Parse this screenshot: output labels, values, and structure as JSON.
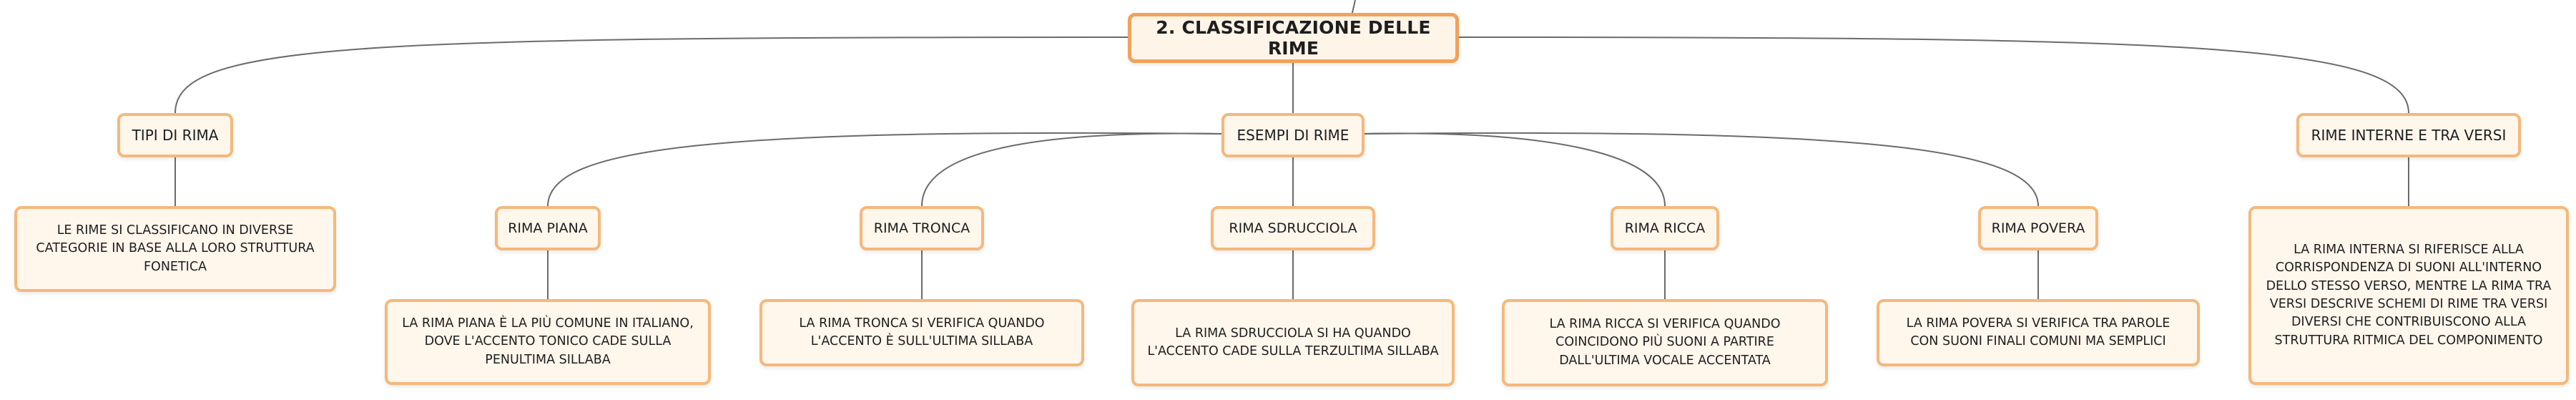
{
  "root": {
    "label": "2. CLASSIFICAZIONE DELLE RIME"
  },
  "categories": {
    "tipi_di_rima": {
      "label": "TIPI DI RIMA",
      "description": "LE RIME SI CLASSIFICANO IN DIVERSE CATEGORIE IN BASE ALLA LORO STRUTTURA FONETICA"
    },
    "esempi_di_rime": {
      "label": "ESEMPI DI RIME",
      "children": [
        {
          "label": "RIMA PIANA",
          "description": "LA RIMA PIANA È LA PIÙ COMUNE IN ITALIANO, DOVE L'ACCENTO TONICO CADE SULLA PENULTIMA SILLABA"
        },
        {
          "label": "RIMA TRONCA",
          "description": "LA RIMA TRONCA SI VERIFICA QUANDO L'ACCENTO È SULL'ULTIMA SILLABA"
        },
        {
          "label": "RIMA SDRUCCIOLA",
          "description": "LA RIMA SDRUCCIOLA SI HA QUANDO L'ACCENTO CADE SULLA TERZULTIMA SILLABA"
        },
        {
          "label": "RIMA RICCA",
          "description": "LA RIMA RICCA SI VERIFICA QUANDO COINCIDONO PIÙ SUONI A PARTIRE DALL'ULTIMA VOCALE ACCENTATA"
        },
        {
          "label": "RIMA POVERA",
          "description": "LA RIMA POVERA SI VERIFICA TRA PAROLE CON SUONI FINALI COMUNI MA SEMPLICI"
        }
      ]
    },
    "rime_interne": {
      "label": "RIME INTERNE E TRA VERSI",
      "description": "LA RIMA INTERNA SI RIFERISCE ALLA CORRISPONDENZA DI SUONI ALL'INTERNO DELLO STESSO VERSO, MENTRE LA RIMA TRA VERSI DESCRIVE SCHEMI DI RIME TRA VERSI DIVERSI CHE CONTRIBUISCONO ALLA STRUTTURA RITMICA DEL COMPONIMENTO"
    }
  },
  "colors": {
    "border": "#f5b87a",
    "root_border": "#f2a25a",
    "fill": "#fff6ec",
    "line": "#6b6b6b"
  }
}
